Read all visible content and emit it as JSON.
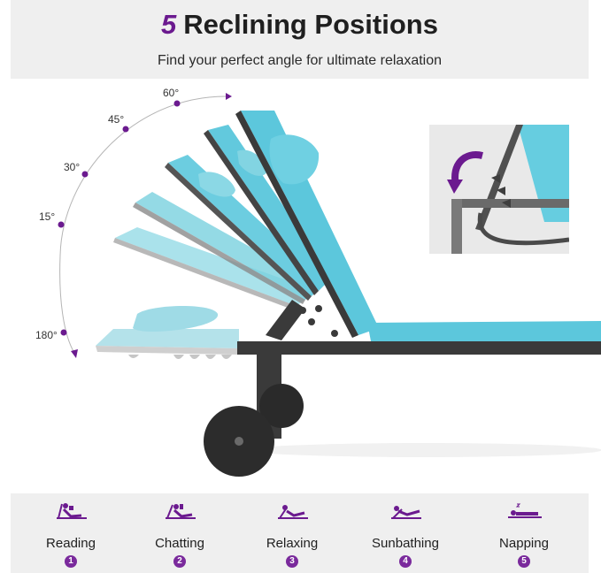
{
  "header": {
    "title_number": "5",
    "title_text": "Reclining Positions",
    "subtitle": "Find your perfect angle for ultimate relaxation"
  },
  "angles": [
    "60°",
    "45°",
    "30°",
    "15°",
    "180°"
  ],
  "positions": [
    {
      "label": "Reading",
      "badge": "1",
      "icon": "reading-icon"
    },
    {
      "label": "Chatting",
      "badge": "2",
      "icon": "chatting-icon"
    },
    {
      "label": "Relaxing",
      "badge": "3",
      "icon": "relaxing-icon"
    },
    {
      "label": "Sunbathing",
      "badge": "4",
      "icon": "sunbathing-icon"
    },
    {
      "label": "Napping",
      "badge": "5",
      "icon": "napping-icon"
    }
  ],
  "colors": {
    "accent": "#6b1a8f",
    "fabric": "#5ecfe0",
    "frame": "#3a3a3a",
    "header_bg": "#efefef"
  }
}
